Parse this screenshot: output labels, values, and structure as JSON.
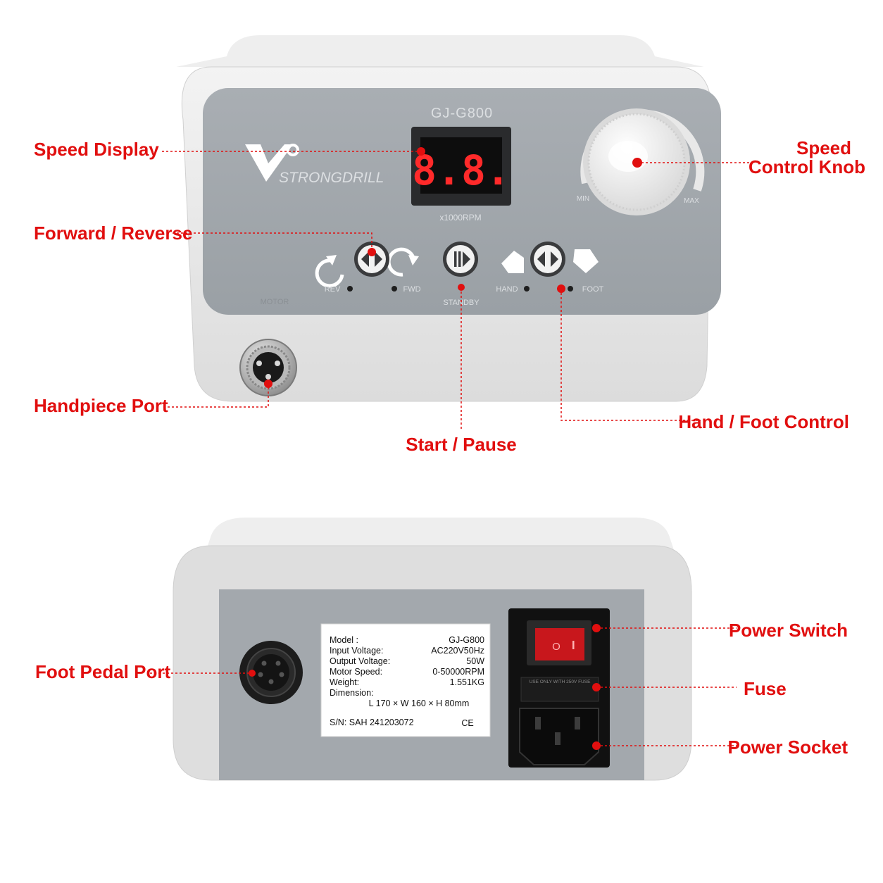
{
  "colors": {
    "accent": "#e10f0f",
    "panel": "#a1a6ab",
    "body": "#e6e6e6",
    "display_digit": "#ff2a2a"
  },
  "front": {
    "model": "GJ-G800",
    "brand": "STRONGDRILL",
    "display_value": "8.8.",
    "display_unit": "x1000RPM",
    "knob_min": "MIN",
    "knob_max": "MAX",
    "motor_label": "MOTOR",
    "rev_label": "REV",
    "fwd_label": "FWD",
    "standby_label": "STANDBY",
    "hand_label": "HAND",
    "foot_label": "FOOT"
  },
  "callouts": {
    "speed_display": "Speed Display",
    "speed_knob_1": "Speed",
    "speed_knob_2": "Control Knob",
    "forward_reverse": "Forward / Reverse",
    "handpiece_port": "Handpiece Port",
    "start_pause": "Start / Pause",
    "hand_foot": "Hand / Foot Control",
    "foot_pedal_port": "Foot Pedal Port",
    "power_switch": "Power Switch",
    "fuse": "Fuse",
    "power_socket": "Power Socket"
  },
  "rear_label": {
    "rows": [
      {
        "key": "Model :",
        "value": "GJ-G800"
      },
      {
        "key": "Input Voltage:",
        "value": "AC220V50Hz"
      },
      {
        "key": "Output Voltage:",
        "value": "50W"
      },
      {
        "key": "Motor Speed:",
        "value": "0-50000RPM"
      },
      {
        "key": "Weight:",
        "value": "1.551KG"
      },
      {
        "key": "Dimension:",
        "value": ""
      }
    ],
    "dimension": "L 170 × W 160 × H 80mm",
    "serial": "S/N: SAH  241203072",
    "ce": "CE"
  },
  "switch_mark": "O",
  "fuse_text": "USE ONLY WITH 250V FUSE"
}
